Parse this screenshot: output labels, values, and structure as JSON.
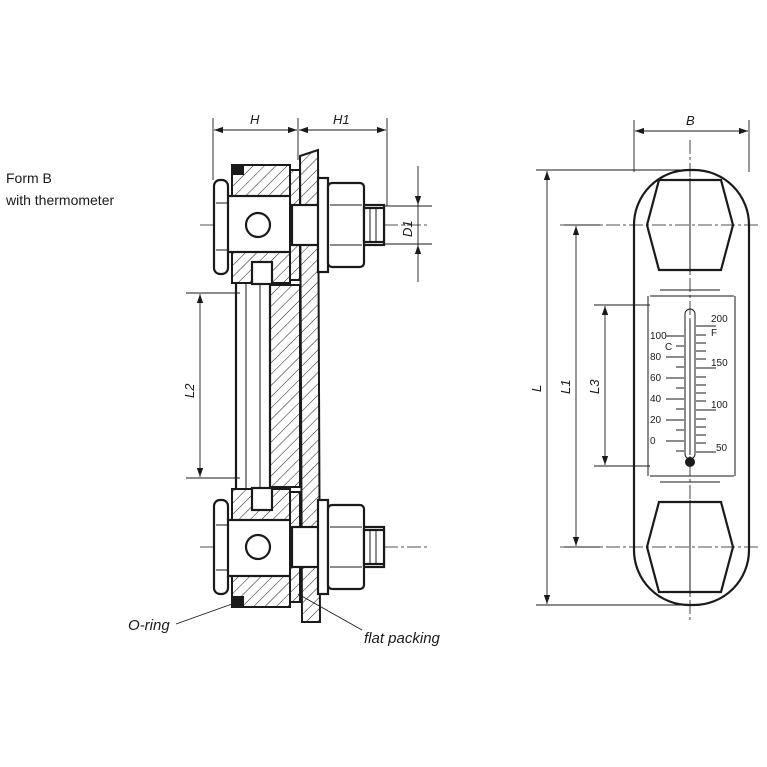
{
  "form_label": {
    "line1": "Form B",
    "line2": "with thermometer"
  },
  "dimensions": {
    "H": "H",
    "H1": "H1",
    "D1": "D1",
    "L2": "L2",
    "B": "B",
    "L": "L",
    "L1": "L1",
    "L3": "L3"
  },
  "callouts": {
    "o_ring": "O-ring",
    "flat_packing": "flat packing"
  },
  "thermometer": {
    "celsius_unit": "C",
    "fahrenheit_unit": "F",
    "celsius_ticks": [
      "100",
      "80",
      "60",
      "40",
      "20",
      "0"
    ],
    "fahrenheit_ticks": [
      "200",
      "150",
      "100",
      "50"
    ]
  }
}
